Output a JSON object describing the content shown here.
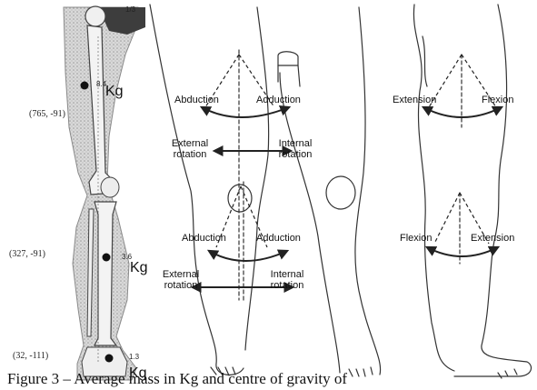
{
  "left_panel": {
    "coordinates": [
      "(765, -91)",
      "(327, -91)",
      "(32, -111)"
    ],
    "masses": [
      {
        "value": "8.4",
        "unit": "Kg"
      },
      {
        "value": "3.6",
        "unit": "Kg"
      },
      {
        "value": "1.3",
        "unit": "Kg"
      }
    ],
    "corner_mark": "1/3"
  },
  "front_view": {
    "thigh": {
      "abduction_left": "Abduction",
      "adduction_right": "Adduction",
      "external_rotation": "External rotation",
      "internal_rotation": "Internal rotation"
    },
    "shank": {
      "abduction_left": "Abduction",
      "adduction_right": "Adduction",
      "external_rotation": "External rotation",
      "internal_rotation": "Internal rotation"
    }
  },
  "side_view": {
    "thigh": {
      "left": "Extension",
      "right": "Flexion"
    },
    "shank": {
      "left": "Flexion",
      "right": "Extension"
    }
  },
  "caption": "Figure 3 – Average mass in Kg and centre of gravity of"
}
